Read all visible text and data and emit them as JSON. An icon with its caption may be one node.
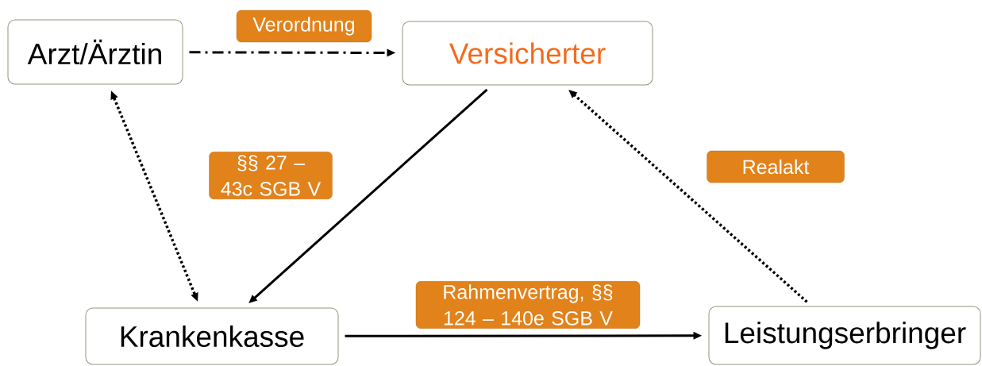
{
  "diagram": {
    "nodes": [
      {
        "text": [
          "Arzt/Ärztin"
        ]
      },
      {
        "text": [
          "Versicherter"
        ]
      },
      {
        "text": [
          "Krankenkasse"
        ]
      },
      {
        "text": [
          "Leistungserbringer"
        ]
      }
    ],
    "edges": [
      {
        "from": 0,
        "to": 1,
        "arrow": "to",
        "label": "Verordnung",
        "style": "dashed"
      },
      {
        "from": 0,
        "to": 2,
        "arrow": "both",
        "style": "dashed"
      },
      {
        "from": 1,
        "to": 2,
        "arrow": "to",
        "label": "§§ 27 – 43c SGB V"
      },
      {
        "from": 2,
        "to": 3,
        "arrow": "to",
        "label": "Rahmenvertrag, §§ 124 – 140e SGB V"
      },
      {
        "from": 3,
        "to": 1,
        "arrow": "to",
        "label": "Realakt",
        "style": "dashed"
      }
    ]
  }
}
